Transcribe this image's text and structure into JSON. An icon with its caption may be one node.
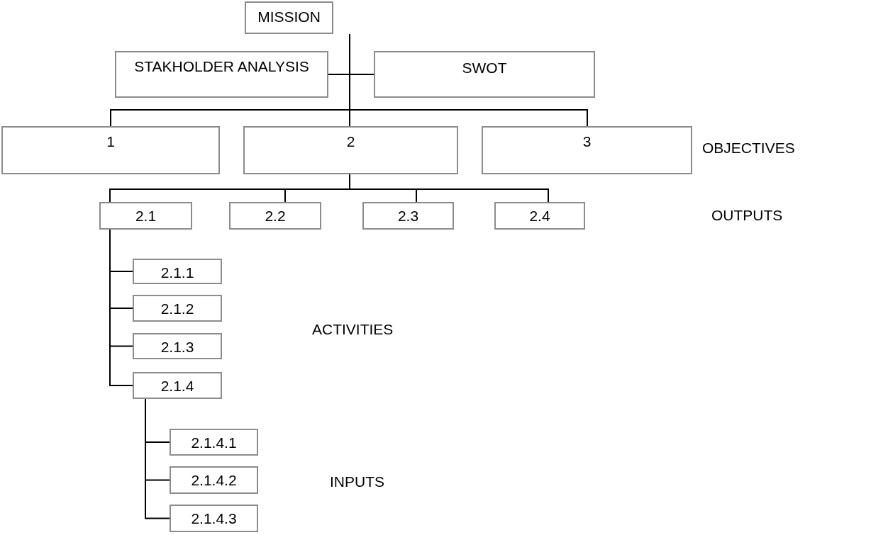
{
  "diagram": {
    "nodes": [
      {
        "text": [
          "MISSION"
        ]
      },
      {
        "text": [
          "STAKHOLDER ANALYSIS"
        ]
      },
      {
        "text": [
          "SWOT"
        ]
      },
      {
        "text": [
          "1"
        ]
      },
      {
        "text": [
          "2"
        ]
      },
      {
        "text": [
          "3"
        ]
      },
      {
        "text": [
          "2.1"
        ]
      },
      {
        "text": [
          "2.2"
        ]
      },
      {
        "text": [
          "2.3"
        ]
      },
      {
        "text": [
          "2.4"
        ]
      },
      {
        "text": [
          "2.1.1"
        ]
      },
      {
        "text": [
          "2.1.2"
        ]
      },
      {
        "text": [
          "2.1.3"
        ]
      },
      {
        "text": [
          "2.1.4"
        ]
      },
      {
        "text": [
          "2.1.4.1"
        ]
      },
      {
        "text": [
          "2.1.4.2"
        ]
      },
      {
        "text": [
          "2.1.4.3"
        ]
      }
    ],
    "edges": [
      {
        "from": 0,
        "to": 1,
        "arrow": "none"
      },
      {
        "from": 0,
        "to": 2,
        "arrow": "none"
      },
      {
        "from": 0,
        "to": 3,
        "arrow": "none"
      },
      {
        "from": 0,
        "to": 4,
        "arrow": "none"
      },
      {
        "from": 0,
        "to": 5,
        "arrow": "none"
      },
      {
        "from": 4,
        "to": 6,
        "arrow": "none"
      },
      {
        "from": 4,
        "to": 7,
        "arrow": "none"
      },
      {
        "from": 4,
        "to": 8,
        "arrow": "none"
      },
      {
        "from": 4,
        "to": 9,
        "arrow": "none"
      },
      {
        "from": 6,
        "to": 10,
        "arrow": "none"
      },
      {
        "from": 6,
        "to": 11,
        "arrow": "none"
      },
      {
        "from": 6,
        "to": 12,
        "arrow": "none"
      },
      {
        "from": 6,
        "to": 13,
        "arrow": "none"
      },
      {
        "from": 13,
        "to": 14,
        "arrow": "none"
      },
      {
        "from": 13,
        "to": 15,
        "arrow": "none"
      },
      {
        "from": 13,
        "to": 16,
        "arrow": "none"
      }
    ],
    "labels": [
      "OBJECTIVES",
      "OUTPUTS",
      "ACTIVITIES",
      "INPUTS"
    ]
  }
}
